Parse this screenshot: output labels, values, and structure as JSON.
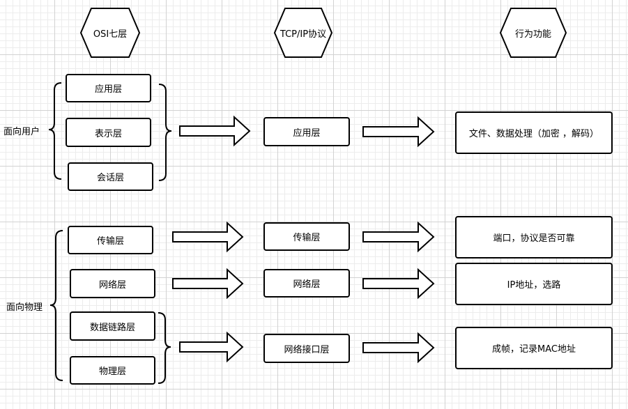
{
  "headers": [
    "OSI七层",
    "TCP/IP协议",
    "行为功能"
  ],
  "groups": {
    "user": "面向用户",
    "physical": "面向物理"
  },
  "osi_layers": [
    "应用层",
    "表示层",
    "会话层",
    "传输层",
    "网络层",
    "数据链路层",
    "物理层"
  ],
  "tcpip_layers": [
    "应用层",
    "传输层",
    "网络层",
    "网络接口层"
  ],
  "functions": [
    "文件、数据处理（加密 ，解码）",
    "端口，协议是否可靠",
    "IP地址，选路",
    "成帧，记录MAC地址"
  ]
}
